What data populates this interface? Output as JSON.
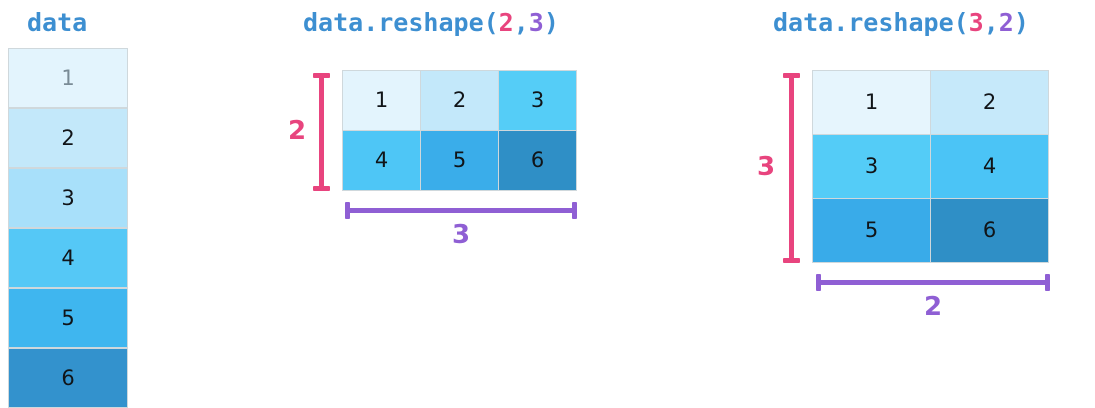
{
  "panels": {
    "source": {
      "title": "data",
      "title_color": "#3d8fd1",
      "cells": [
        {
          "value": "1",
          "color": "#e3f4fd",
          "text_color": "#7a8b96"
        },
        {
          "value": "2",
          "color": "#c3e8fa",
          "text_color": "#101418"
        },
        {
          "value": "3",
          "color": "#a8e0fa",
          "text_color": "#101418"
        },
        {
          "value": "4",
          "color": "#55c8f6",
          "text_color": "#101418"
        },
        {
          "value": "5",
          "color": "#3fb6ef",
          "text_color": "#101418"
        },
        {
          "value": "6",
          "color": "#3392cd",
          "text_color": "#101418"
        }
      ]
    },
    "reshape_2_3": {
      "title_parts": [
        {
          "text": "data.reshape(",
          "color": "#3d8fd1",
          "token": "blue"
        },
        {
          "text": "2",
          "color": "#e8447e",
          "token": "pink"
        },
        {
          "text": ",",
          "color": "#3d8fd1",
          "token": "blue"
        },
        {
          "text": "3",
          "color": "#8f5fd4",
          "token": "purple"
        },
        {
          "text": ")",
          "color": "#3d8fd1",
          "token": "blue"
        }
      ],
      "rows_label": "2",
      "cols_label": "3",
      "rows_label_color": "#e8447e",
      "cols_label_color": "#8f5fd4",
      "grid": [
        [
          {
            "value": "1",
            "color": "#e3f4fd"
          },
          {
            "value": "2",
            "color": "#c3e8fa"
          },
          {
            "value": "3",
            "color": "#55cdf7"
          }
        ],
        [
          {
            "value": "4",
            "color": "#4ec6f6"
          },
          {
            "value": "5",
            "color": "#3aadea"
          },
          {
            "value": "6",
            "color": "#2f8fc6"
          }
        ]
      ]
    },
    "reshape_3_2": {
      "title_parts": [
        {
          "text": "data.reshape(",
          "color": "#3d8fd1",
          "token": "blue"
        },
        {
          "text": "3",
          "color": "#e8447e",
          "token": "pink"
        },
        {
          "text": ",",
          "color": "#3d8fd1",
          "token": "blue"
        },
        {
          "text": "2",
          "color": "#8f5fd4",
          "token": "purple"
        },
        {
          "text": ")",
          "color": "#3d8fd1",
          "token": "blue"
        }
      ],
      "rows_label": "3",
      "cols_label": "2",
      "rows_label_color": "#e8447e",
      "cols_label_color": "#8f5fd4",
      "grid": [
        [
          {
            "value": "1",
            "color": "#e6f5fd"
          },
          {
            "value": "2",
            "color": "#c6e9fa"
          }
        ],
        [
          {
            "value": "3",
            "color": "#54ccf7"
          },
          {
            "value": "4",
            "color": "#4bc4f6"
          }
        ],
        [
          {
            "value": "5",
            "color": "#39abe9"
          },
          {
            "value": "6",
            "color": "#2f8fc6"
          }
        ]
      ]
    }
  },
  "theme": {
    "bracket_pink": "#e8447e",
    "bracket_purple": "#8f5fd4",
    "cell_border": "#cfd8dc",
    "background": "#ffffff"
  }
}
